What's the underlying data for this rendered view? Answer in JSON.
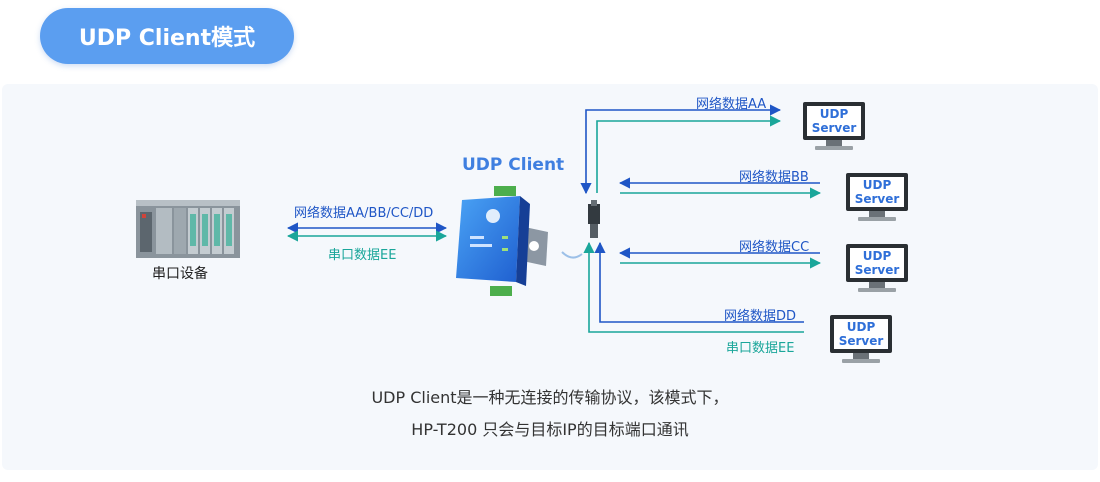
{
  "header": {
    "title": "UDP Client模式"
  },
  "device": {
    "label": "串口设备"
  },
  "client": {
    "title": "UDP Client"
  },
  "link": {
    "network_label": "网络数据AA/BB/CC/DD",
    "serial_label": "串口数据EE"
  },
  "servers": [
    {
      "line1": "UDP",
      "line2": "Server",
      "network_label": "网络数据AA"
    },
    {
      "line1": "UDP",
      "line2": "Server",
      "network_label": "网络数据BB"
    },
    {
      "line1": "UDP",
      "line2": "Server",
      "network_label": "网络数据CC"
    },
    {
      "line1": "UDP",
      "line2": "Server",
      "network_label": "网络数据DD",
      "serial_label": "串口数据EE"
    }
  ],
  "caption": {
    "line1": "UDP Client是一种无连接的传输协议，该模式下，",
    "line2": "HP-T200 只会与目标IP的目标端口通讯"
  },
  "colors": {
    "blue": "#1f56c6",
    "teal": "#1aa69a",
    "accent": "#5b9ef0"
  }
}
